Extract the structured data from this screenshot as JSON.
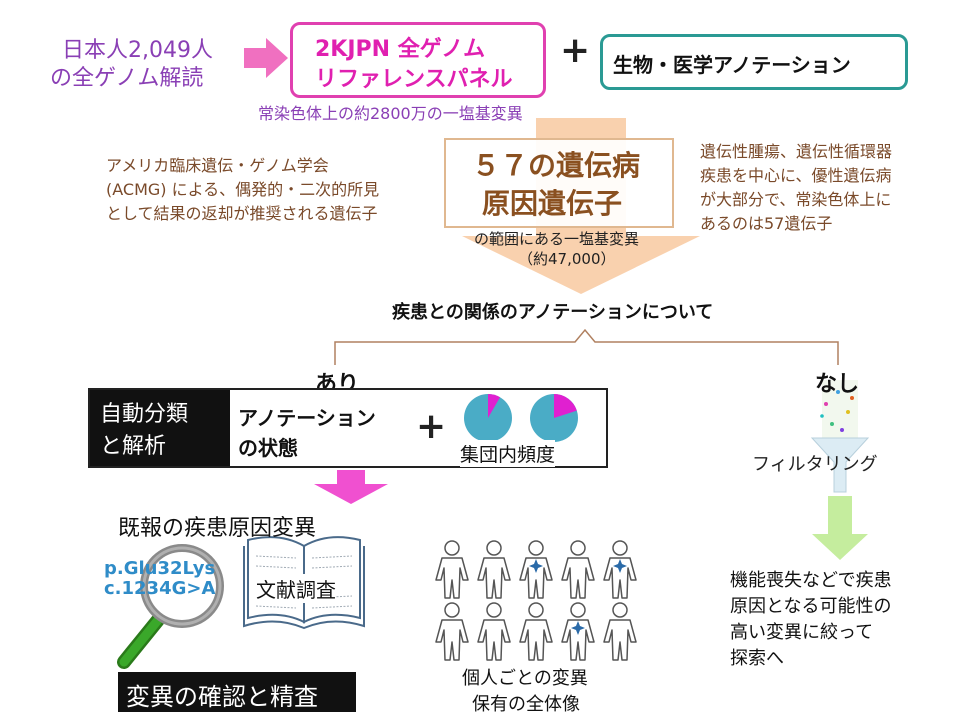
{
  "top": {
    "source_line1": "日本人2,049人",
    "source_line2": "の全ゲノム解読",
    "panel_line1": "2KJPN 全ゲノム",
    "panel_line2": "リファレンスパネル",
    "plus": "+",
    "annotation": "生物・医学アノテーション",
    "panel_caption": "常染色体上の約2800万の一塩基変異"
  },
  "middle": {
    "acmg_line1": "アメリカ臨床遺伝・ゲノム学会",
    "acmg_line2": "(ACMG) による、偶発的・二次的所見",
    "acmg_line3": "として結果の返却が推奨される遺伝子",
    "genes_line1": "５７の遺伝病",
    "genes_line2": "原因遺伝子",
    "right_line1": "遺伝性腫瘍、遺伝性循環器",
    "right_line2": "疾患を中心に、優性遺伝病",
    "right_line3": "が大部分で、常染色体上に",
    "right_line4": "あるのは57遺伝子",
    "variants_line1": "の範囲にある一塩基変異",
    "variants_line2": "（約47,000）",
    "question": "疾患との関係のアノテーションについて"
  },
  "left": {
    "yes_label": "あり",
    "auto_line1": "自動分類",
    "auto_line2": "と解析",
    "state_line1": "アノテーション",
    "state_line2": "の状態",
    "plus": "+",
    "frequency": "集団内頻度",
    "known": "既報の疾患原因変異",
    "variant1": "p.Glu32Lys",
    "variant2": "c.1234G>A",
    "literature": "文献調査",
    "confirm": "変異の確認と精査",
    "people_line1": "個人ごとの変異",
    "people_line2": "保有の全体像"
  },
  "right": {
    "no_label": "なし",
    "filtering": "フィルタリング",
    "narrow_line1": "機能喪失などで疾患",
    "narrow_line2": "原因となる可能性の",
    "narrow_line3": "高い変異に絞って",
    "narrow_line4": "探索へ"
  },
  "colors": {
    "pink": "#e040b0",
    "teal": "#2a9a94",
    "purple": "#8a3fb5",
    "brown": "#7a4a2a",
    "peach": "#f8c9a0",
    "pie_blue": "#4aacc6",
    "pie_magenta": "#e020d0",
    "green": "#b6e886"
  }
}
